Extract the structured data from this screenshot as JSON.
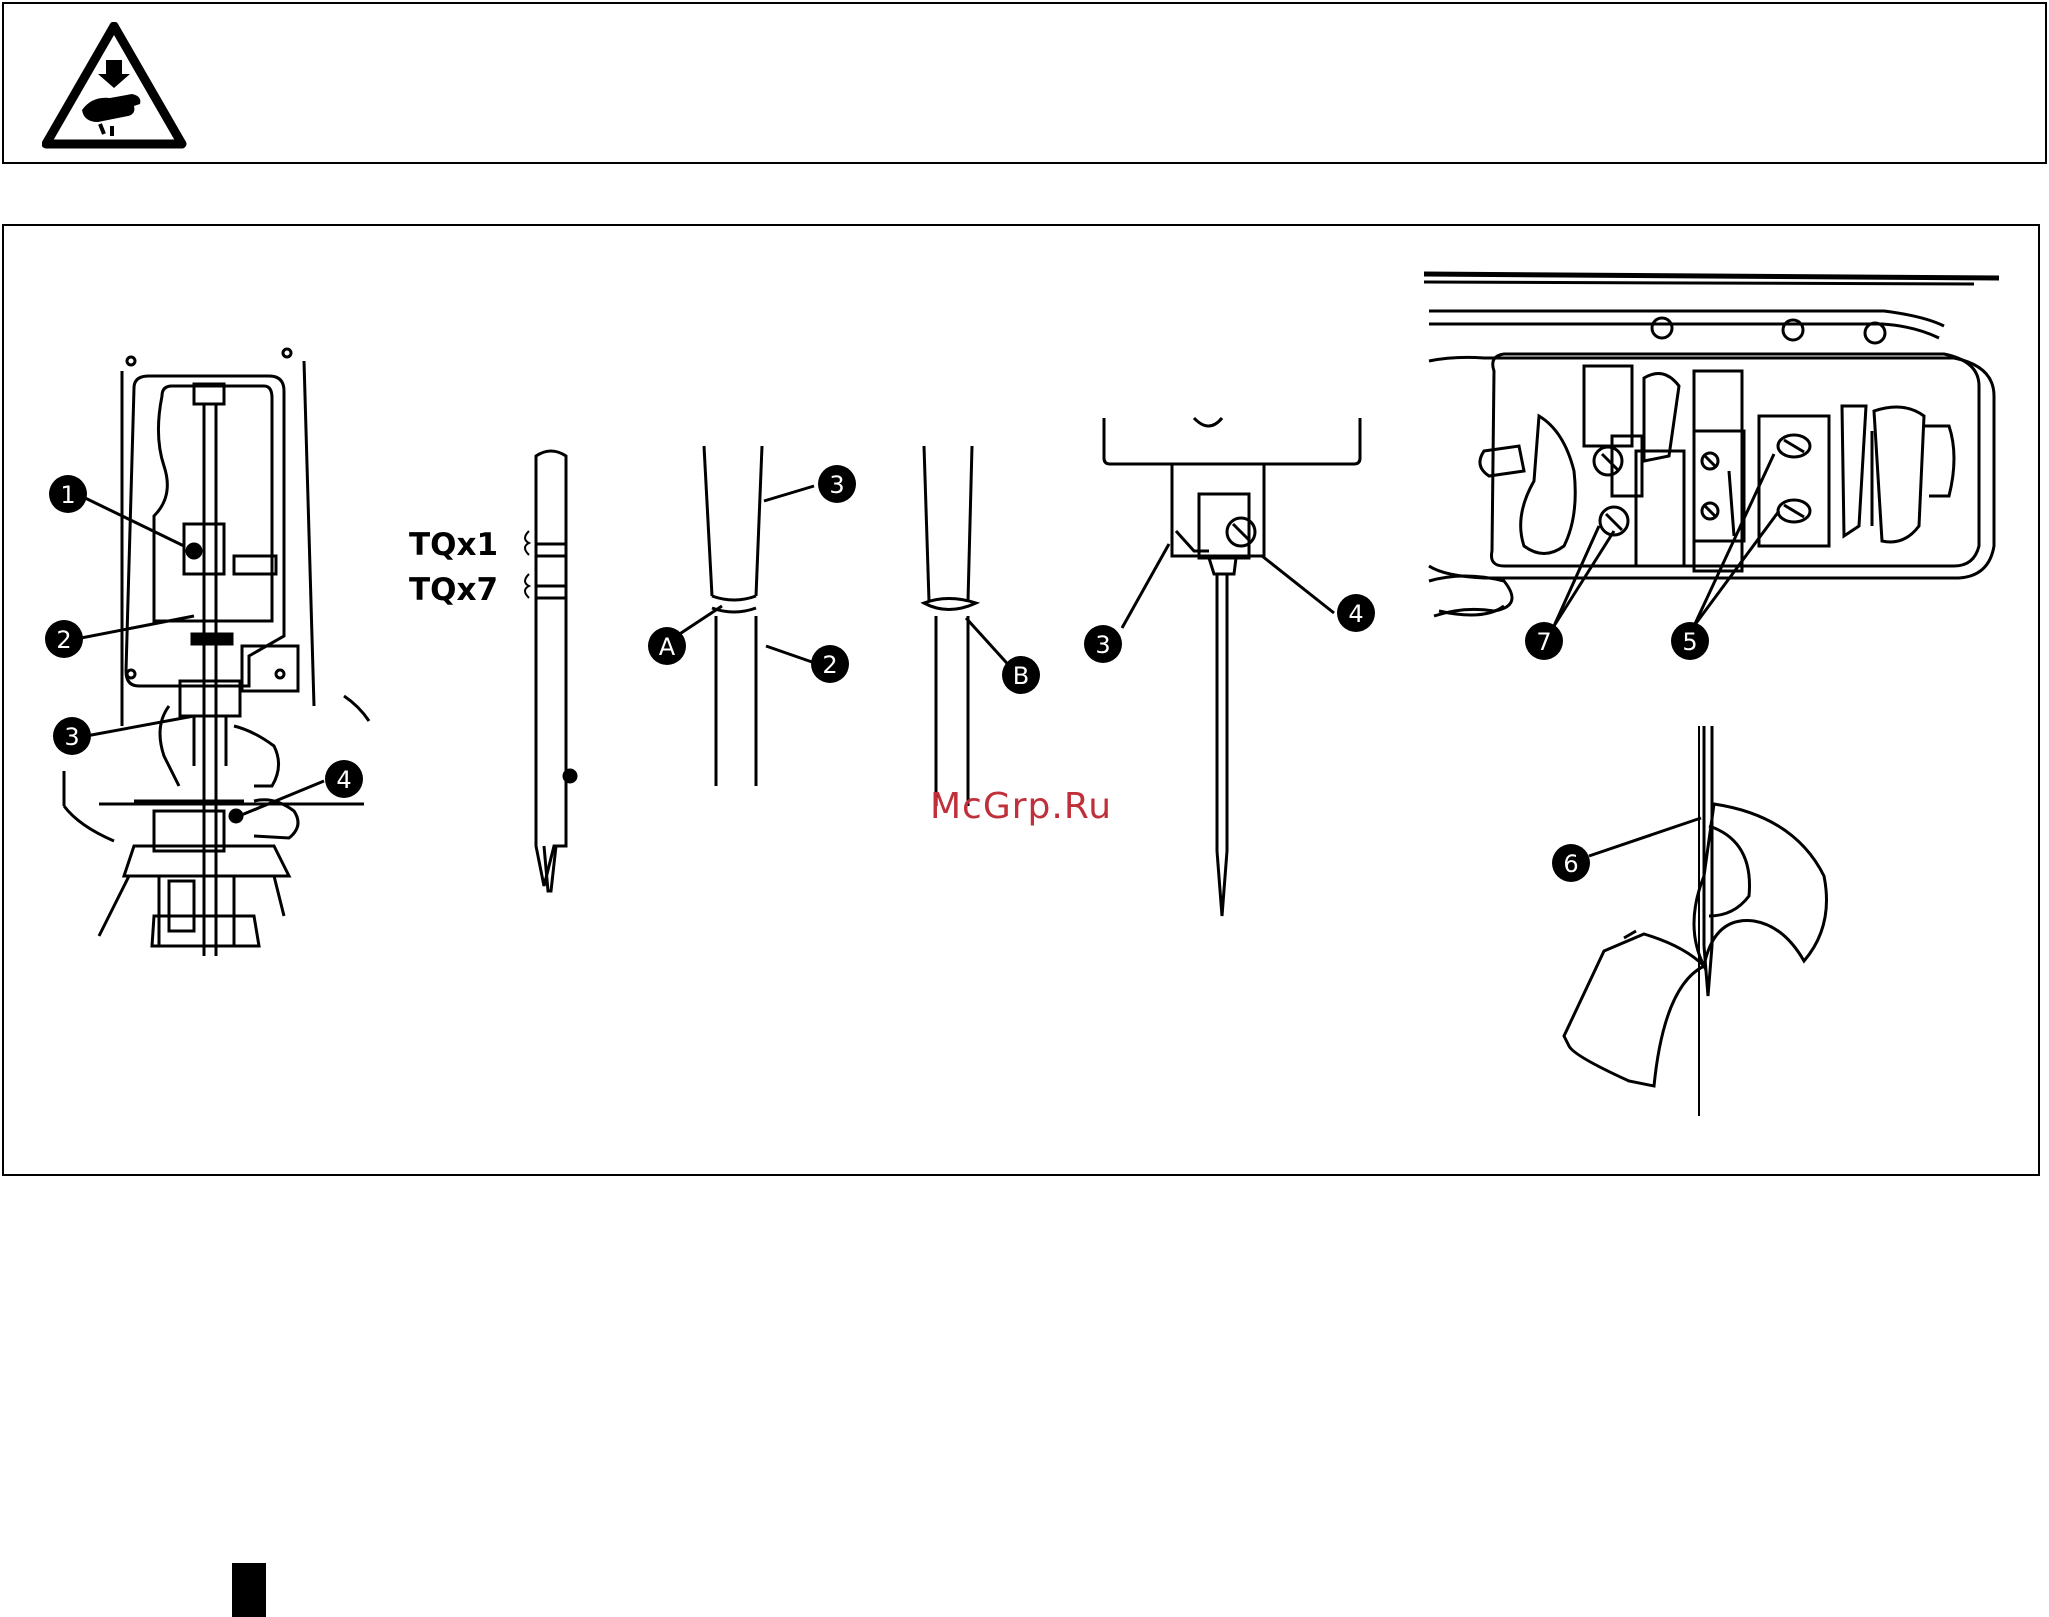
{
  "figure": {
    "needle_labels": {
      "tqx1": "TQx1",
      "tqx7": "TQx7"
    },
    "callouts": {
      "c1": "1",
      "c2": "2",
      "c3": "3",
      "c4": "4",
      "c5": "5",
      "c6": "6",
      "c7": "7",
      "cA": "A",
      "cB": "B"
    }
  },
  "watermark": {
    "text": "McGrp.Ru",
    "color": "#c0303a"
  }
}
